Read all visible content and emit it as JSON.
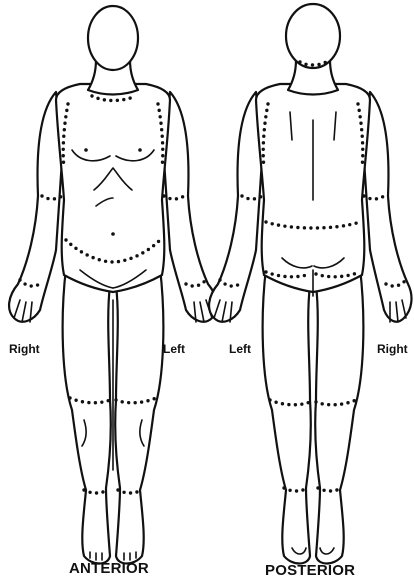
{
  "anterior": {
    "title": "ANTERIOR",
    "right_label": "Right",
    "left_label": "Left"
  },
  "posterior": {
    "title": "POSTERIOR",
    "left_label": "Left",
    "right_label": "Right"
  },
  "colors": {
    "ink": "#111111",
    "background": "#ffffff"
  }
}
